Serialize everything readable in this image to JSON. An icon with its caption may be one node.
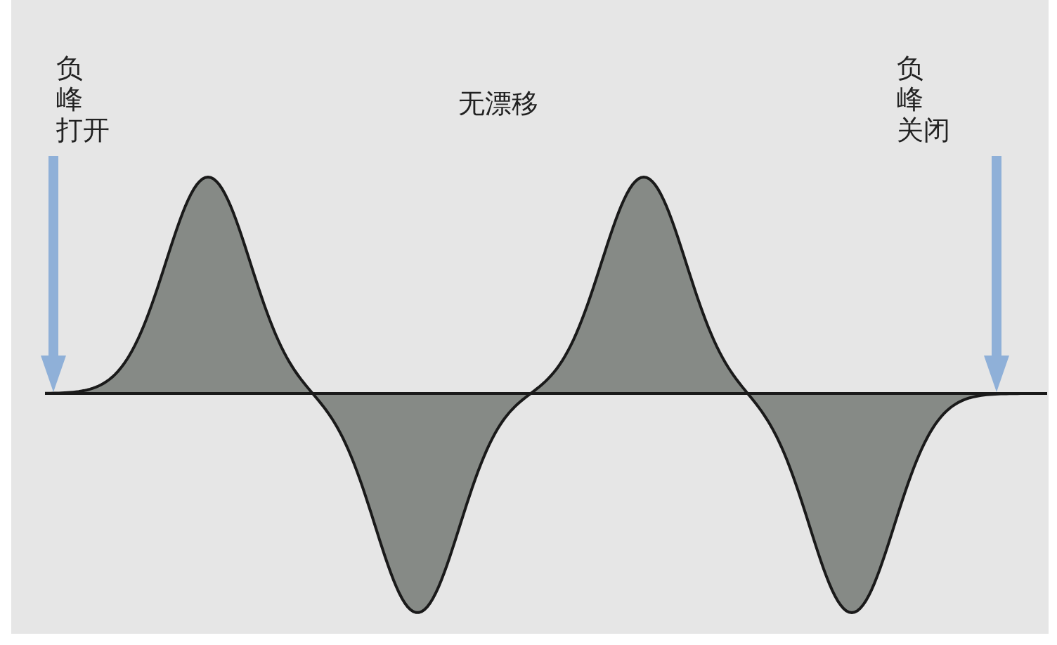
{
  "diagram": {
    "nodes": [
      {
        "text": [
          "负峰打开"
        ]
      },
      {
        "text": [
          "负峰关闭"
        ]
      }
    ],
    "edges": [
      {
        "from": 0,
        "to": null,
        "arrow": "to"
      },
      {
        "from": 1,
        "to": null,
        "arrow": "to"
      }
    ],
    "labels": [
      "无漂移"
    ]
  }
}
